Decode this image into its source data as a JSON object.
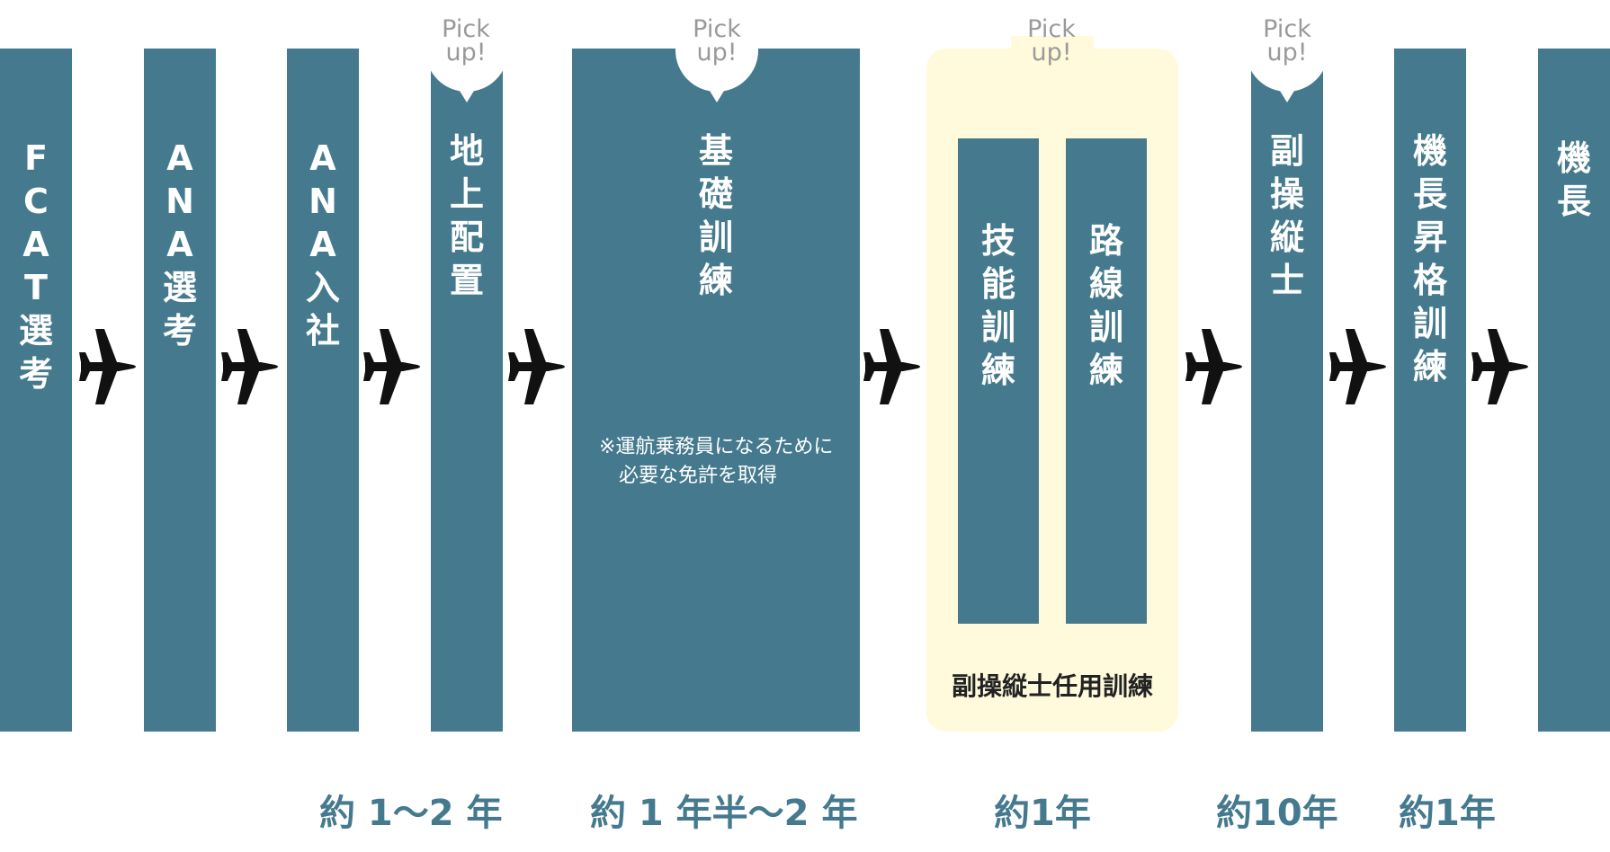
{
  "pickup_label": "Pick\nup!",
  "steps": {
    "fcat": "F\nC\nA\nT\n選\n考",
    "ana_select": "A\nN\nA\n選\n考",
    "ana_join": "A\nN\nA\n入\n社",
    "ground": "地\n上\n配\n置",
    "basic": "基\n礎\n訓\n練",
    "skill": "技\n能\n訓\n練",
    "route": "路\n線\n訓\n練",
    "copilot": "副\n操\n縦\n士",
    "captain_training": "機\n長\n昇\n格\n訓\n練",
    "captain": "機\n長"
  },
  "basic_note": "※運航乗務員になるために\n　必要な免許を取得",
  "copilot_training_label": "副操縦士任用訓練",
  "durations": {
    "d1": "約 1～2 年",
    "d2": "約 1 年半～2 年",
    "d3": "約1年",
    "d4": "約10年",
    "d5": "約1年"
  },
  "colors": {
    "column": "#457a8e",
    "highlight": "#fefadb"
  }
}
